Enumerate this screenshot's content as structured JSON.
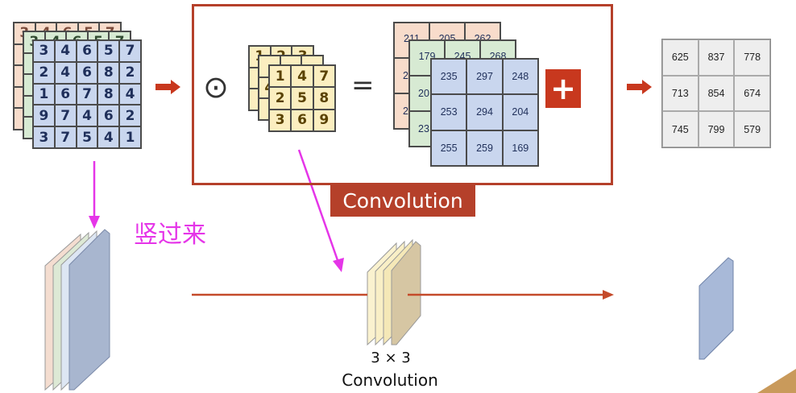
{
  "input_grid": {
    "back_visible": [
      "3",
      "4",
      "6",
      "5",
      "7"
    ],
    "middle_visible": [
      "3",
      "4",
      "6",
      "5",
      "7"
    ],
    "rows": [
      [
        "3",
        "4",
        "6",
        "5",
        "7"
      ],
      [
        "2",
        "4",
        "6",
        "8",
        "2"
      ],
      [
        "1",
        "6",
        "7",
        "8",
        "4"
      ],
      [
        "9",
        "7",
        "4",
        "6",
        "2"
      ],
      [
        "3",
        "7",
        "5",
        "4",
        "1"
      ]
    ]
  },
  "operator_symbol": "⊙",
  "equals_symbol": "=",
  "kernel": {
    "back_visible": [
      "1",
      "2",
      "3"
    ],
    "middle_visible": [
      "4",
      "6",
      "7"
    ],
    "rows": [
      [
        "1",
        "4",
        "7"
      ],
      [
        "2",
        "5",
        "8"
      ],
      [
        "3",
        "6",
        "9"
      ]
    ]
  },
  "mid_results": {
    "back_visible": [
      "211",
      "205",
      "262",
      "2",
      "2"
    ],
    "middle_visible": [
      "179",
      "245",
      "268",
      "20",
      "23"
    ],
    "rows": [
      [
        "235",
        "297",
        "248"
      ],
      [
        "253",
        "294",
        "204"
      ],
      [
        "255",
        "259",
        "169"
      ]
    ]
  },
  "plus_symbol": "+",
  "output": {
    "rows": [
      [
        "625",
        "837",
        "778"
      ],
      [
        "713",
        "854",
        "674"
      ],
      [
        "745",
        "799",
        "579"
      ]
    ]
  },
  "convolution_label": "Convolution",
  "annotation_cn": "竖过来",
  "kernel_size_label": "3 × 3",
  "bottom_conv_label": "Convolution",
  "colors": {
    "accent_red": "#b5402a",
    "magenta": "#e535e8",
    "grid_blue": "#c9d6ee",
    "grid_green": "#d7ead3",
    "grid_peach": "#f8dccb",
    "kernel_yellow": "#fbeec0"
  }
}
